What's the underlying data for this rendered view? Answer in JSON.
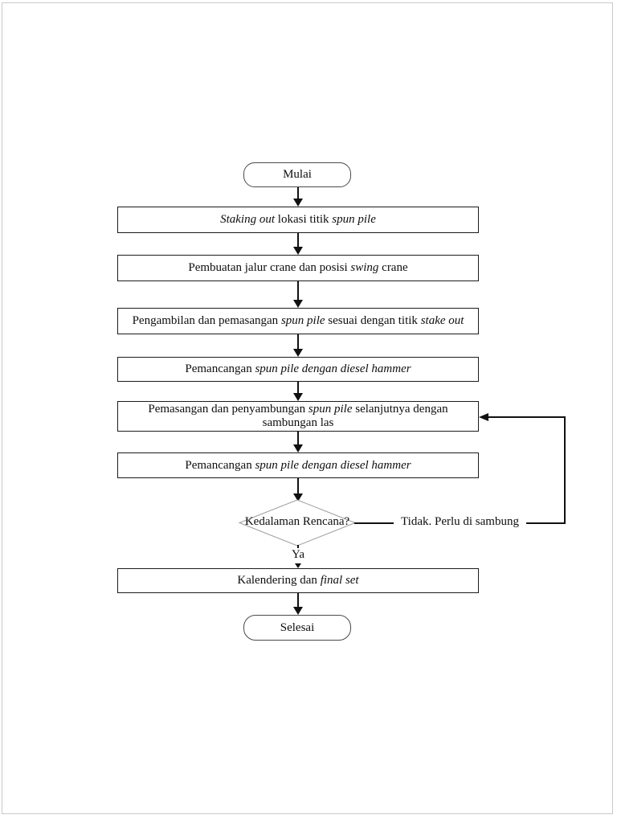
{
  "document": {
    "type": "flowchart-page",
    "language": "Indonesian"
  },
  "colors": {
    "background": "#ffffff",
    "page_border": "#c9c9c9",
    "process_border": "#1c1c1c",
    "terminator_border": "#4a4a4a",
    "diamond_border": "#9b9b9b",
    "connector_line": "#111111",
    "text": "#0e0e0e"
  },
  "flowchart": {
    "start": {
      "label": "Mulai"
    },
    "end": {
      "label": "Selesai"
    },
    "steps": [
      {
        "segments": [
          {
            "t": "Staking out",
            "i": true
          },
          {
            "t": " lokasi titik ",
            "i": false
          },
          {
            "t": "spun pile",
            "i": true
          }
        ]
      },
      {
        "segments": [
          {
            "t": "Pembuatan jalur crane dan posisi ",
            "i": false
          },
          {
            "t": "swing",
            "i": true
          },
          {
            "t": " crane",
            "i": false
          }
        ]
      },
      {
        "segments": [
          {
            "t": "Pengambilan dan pemasangan ",
            "i": false
          },
          {
            "t": "spun pile",
            "i": true
          },
          {
            "t": " sesuai dengan titik ",
            "i": false
          },
          {
            "t": "stake out",
            "i": true
          }
        ]
      },
      {
        "segments": [
          {
            "t": "Pemancangan ",
            "i": false
          },
          {
            "t": "spun pile dengan diesel hammer",
            "i": true
          }
        ]
      },
      {
        "segments": [
          {
            "t": "Pemasangan dan penyambungan ",
            "i": false
          },
          {
            "t": "spun pile",
            "i": true
          },
          {
            "t": " selanjutnya dengan",
            "i": false
          },
          {
            "br": true
          },
          {
            "t": "sambungan las",
            "i": false
          }
        ]
      },
      {
        "segments": [
          {
            "t": "Pemancangan ",
            "i": false
          },
          {
            "t": "spun pile dengan diesel hammer",
            "i": true
          }
        ]
      },
      {
        "segments": [
          {
            "t": "Kalendering dan ",
            "i": false
          },
          {
            "t": "final set",
            "i": true
          }
        ]
      }
    ],
    "decision": {
      "label": "Kedalaman Rencana?"
    },
    "edges": {
      "yes_label": "Ya",
      "no_label": "Tidak. Perlu di sambung"
    }
  }
}
